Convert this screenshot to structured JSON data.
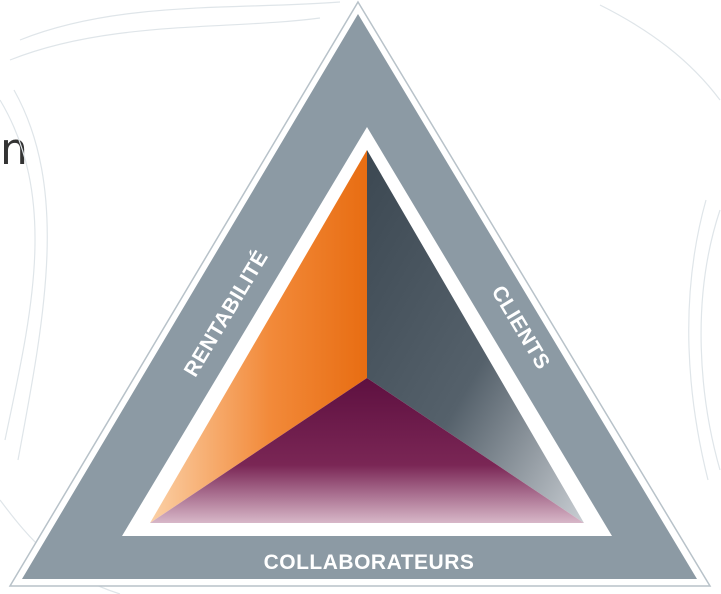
{
  "diagram": {
    "labels": {
      "left": "RENTABILITÉ",
      "right": "CLIENTS",
      "bottom": "COLLABORATEURS"
    },
    "edge_text": "n",
    "colors": {
      "outer_band": "#8c9aa4",
      "inner_border": "#ffffff",
      "left_face": "#ec7a24",
      "right_face": "#48545e",
      "bottom_face": "#6a1848",
      "background_swirl": "#e6ebee"
    }
  }
}
